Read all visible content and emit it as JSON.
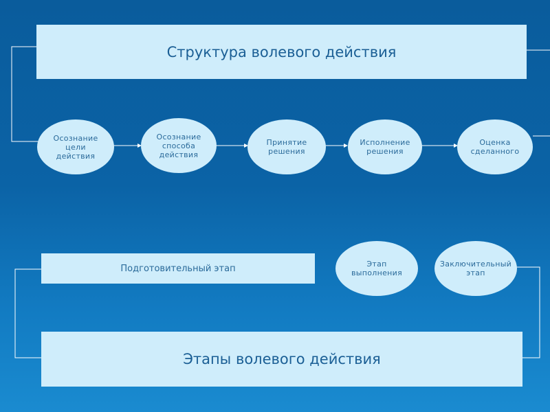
{
  "structure": {
    "title": "Структура волевого действия",
    "steps": [
      "Осознание\nцели\nдействия",
      "Осознание\nспособа\nдействия",
      "Принятие\nрешения",
      "Исполнение\nрешения",
      "Оценка\nсделанного"
    ]
  },
  "stages": {
    "title": "Этапы волевого действия",
    "preparatory": "Подготовительный этап",
    "execution": "Этап\nвыполнения",
    "final": "Заключительный\nэтап"
  },
  "colors": {
    "fill": "#cfedfb",
    "text": "#1b5f95",
    "background": "#0b63a6"
  }
}
